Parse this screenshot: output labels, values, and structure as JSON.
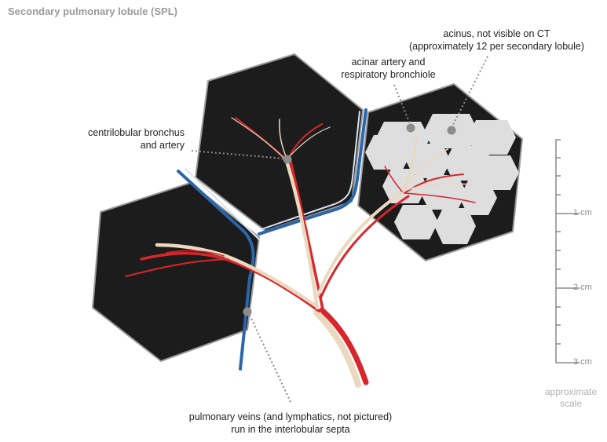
{
  "title": "Secondary pulmonary lobule (SPL)",
  "labels": {
    "acinus": [
      "acinus, not visible on CT",
      "(approximately 12 per secondary lobule)"
    ],
    "acinar_artery": [
      "acinar artery and",
      "respiratory bronchiole"
    ],
    "centrilobular": [
      "centrilobular bronchus",
      "and artery"
    ],
    "veins": [
      "pulmonary veins (and lymphatics, not pictured)",
      "run in the interlobular septa"
    ]
  },
  "scale": {
    "ticks": [
      "1 cm",
      "2 cm",
      "3 cm"
    ],
    "caption": [
      "approximate",
      "scale"
    ]
  },
  "colors": {
    "lobule_fill": "#1c1c1c",
    "lobule_border": "#9a9a9a",
    "acinus_fill": "#dedede",
    "artery": "#d8262c",
    "bronchus": "#ead8bf",
    "vein": "#2b66ab",
    "pointer_dot": "#8c8c8c"
  }
}
